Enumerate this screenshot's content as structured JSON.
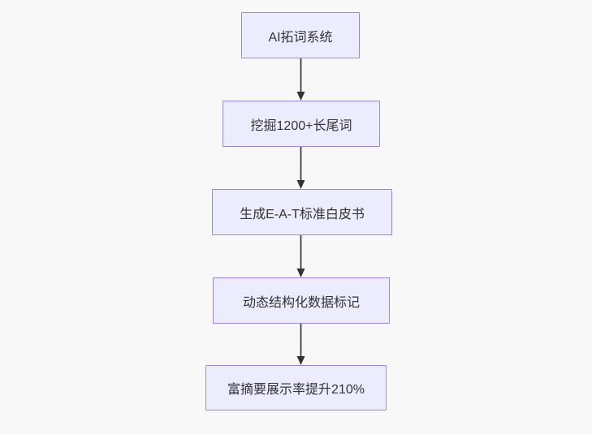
{
  "flowchart": {
    "type": "flowchart",
    "direction": "top-down",
    "nodes": [
      {
        "id": "n1",
        "label": "AI拓词系统"
      },
      {
        "id": "n2",
        "label": "挖掘1200+长尾词"
      },
      {
        "id": "n3",
        "label": "生成E-A-T标准白皮书"
      },
      {
        "id": "n4",
        "label": "动态结构化数据标记"
      },
      {
        "id": "n5",
        "label": "富摘要展示率提升210%"
      }
    ],
    "edges": [
      {
        "from": "n1",
        "to": "n2",
        "style": "arrow-down"
      },
      {
        "from": "n2",
        "to": "n3",
        "style": "arrow-down"
      },
      {
        "from": "n3",
        "to": "n4",
        "style": "arrow-down"
      },
      {
        "from": "n4",
        "to": "n5",
        "style": "arrow-down"
      }
    ],
    "colors": {
      "node_fill": "#ECECFF",
      "node_border": "#9D86D8",
      "node_text": "#333333",
      "arrow": "#333333",
      "background": "#F8F8F8"
    }
  }
}
